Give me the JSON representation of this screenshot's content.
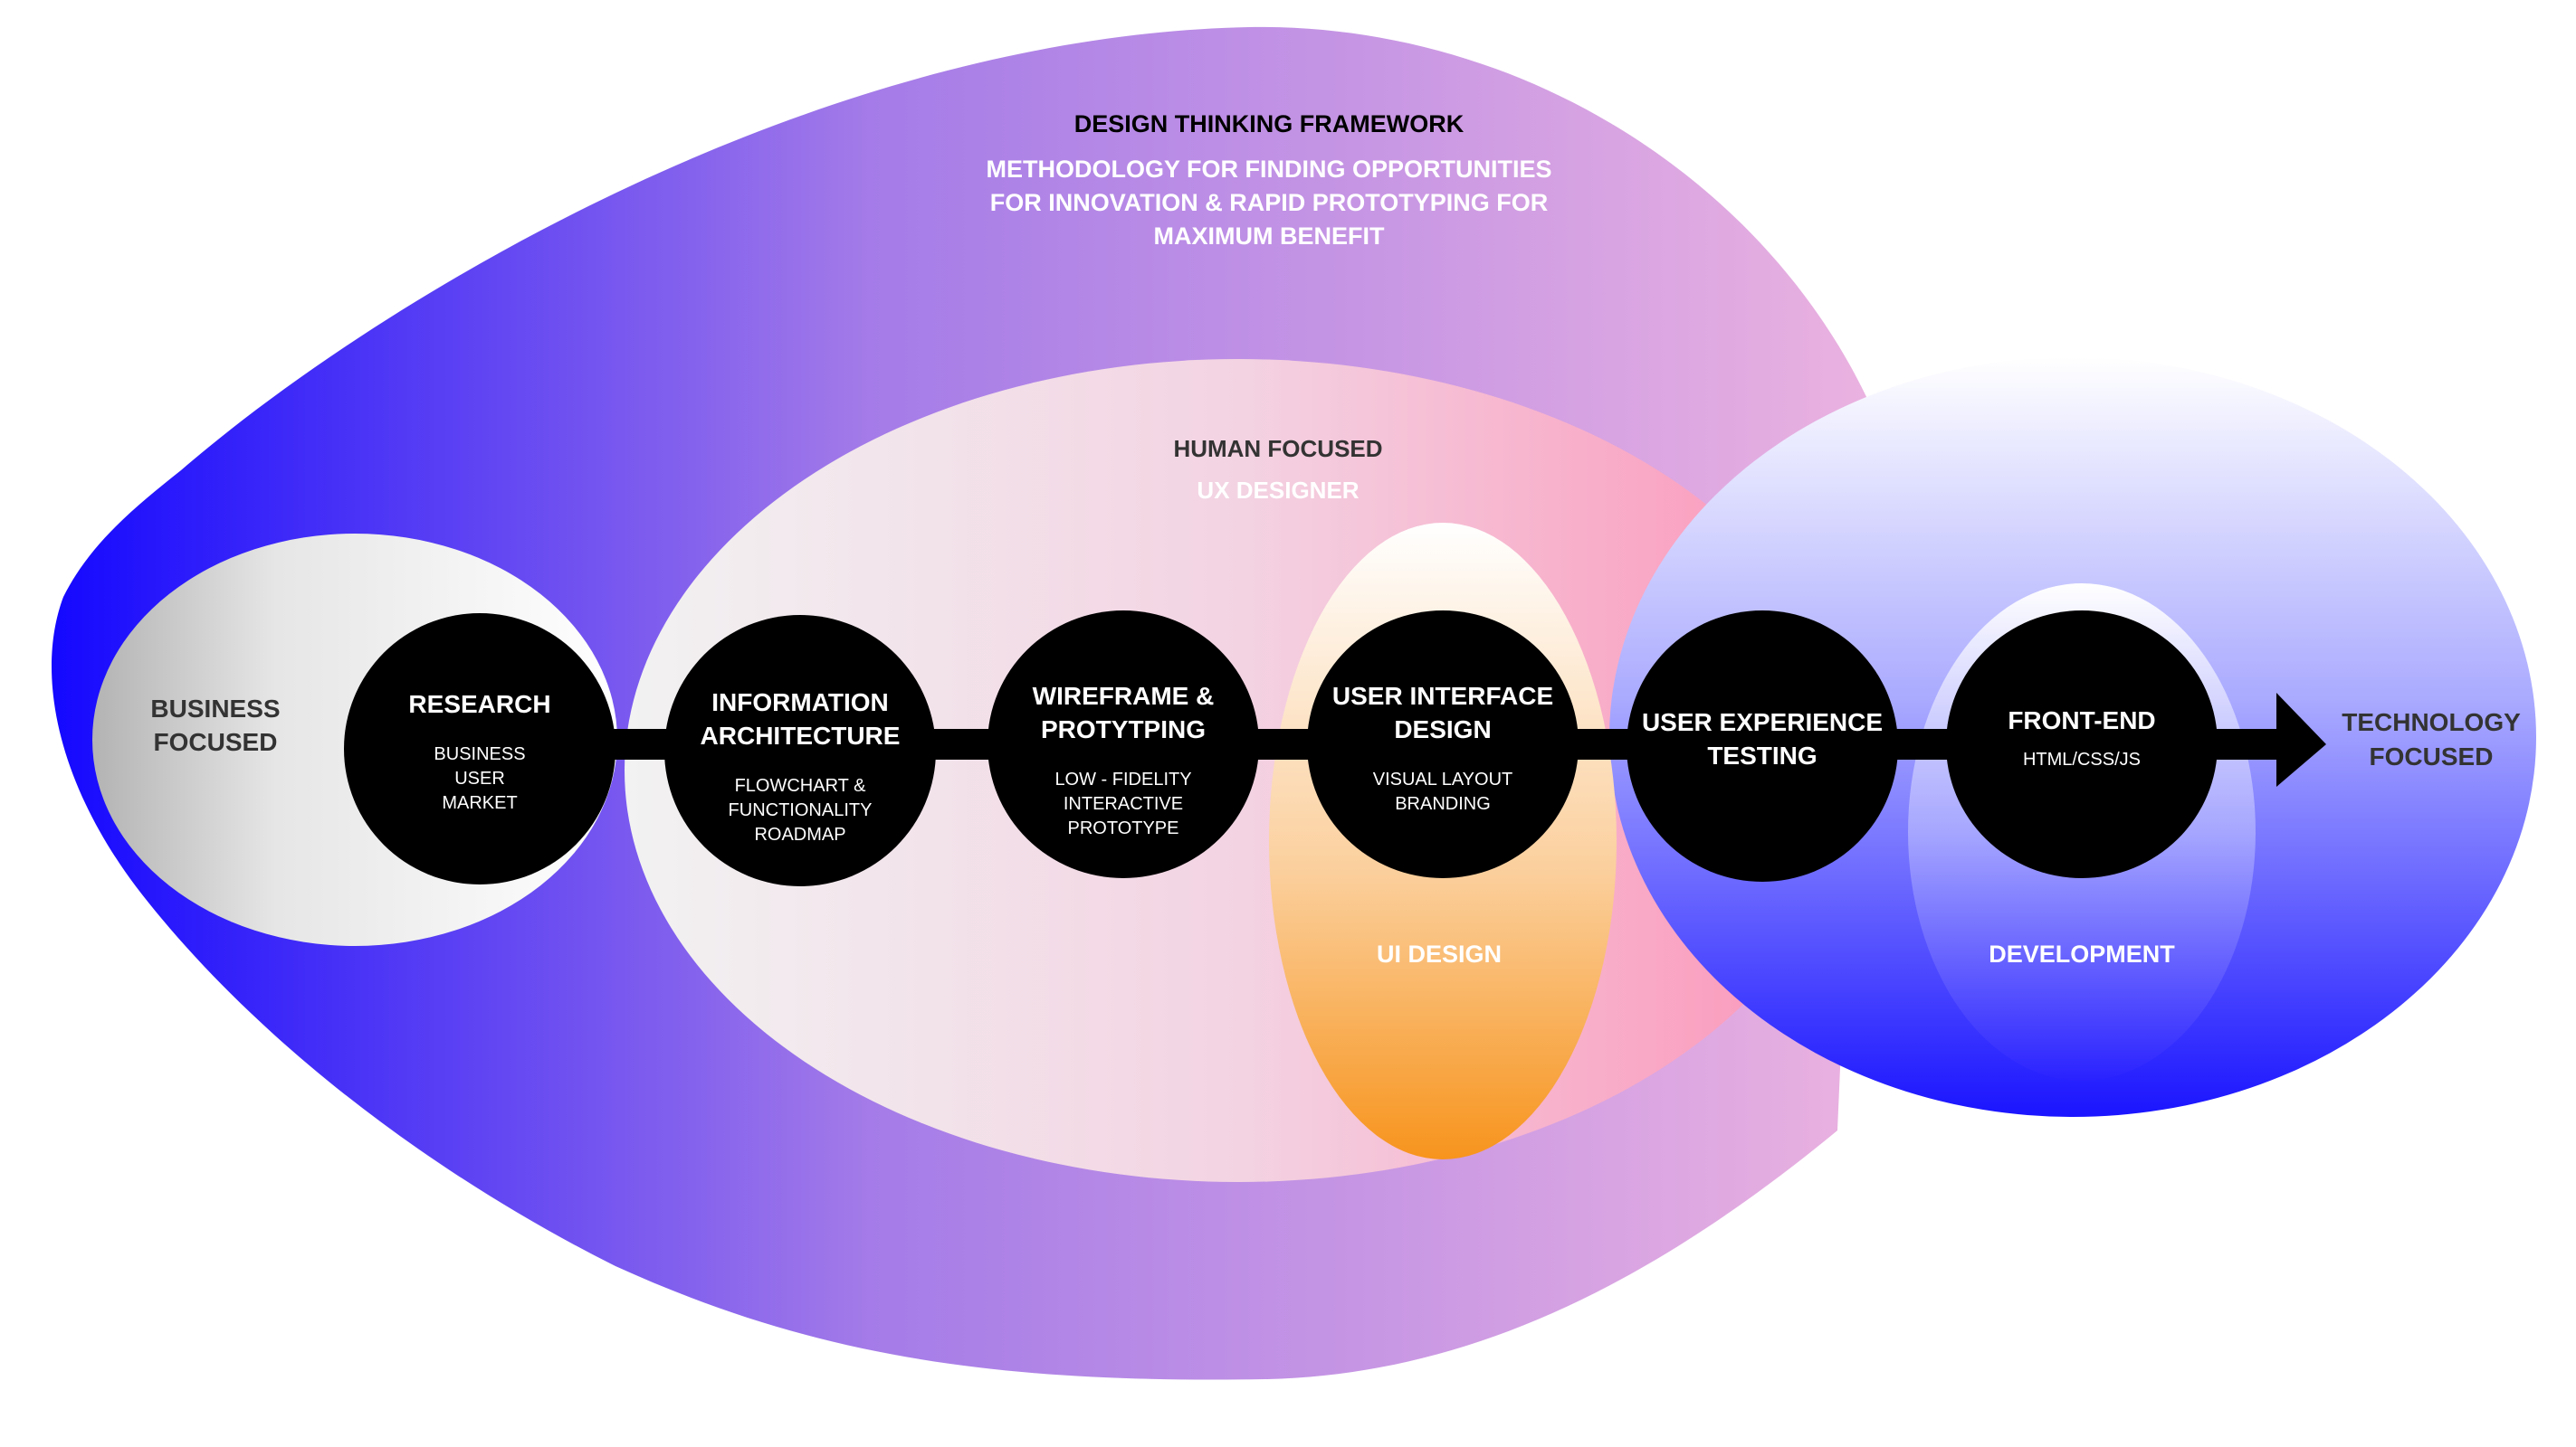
{
  "header": {
    "title": "DESIGN THINKING FRAMEWORK",
    "subtitle_lines": [
      "METHODOLOGY FOR FINDING OPPORTUNITIES",
      "FOR INNOVATION & RAPID PROTOTYPING FOR",
      "MAXIMUM BENEFIT"
    ]
  },
  "zones": {
    "business": {
      "label_lines": [
        "BUSINESS",
        "FOCUSED"
      ]
    },
    "human": {
      "label": "HUMAN FOCUSED",
      "role": "UX DESIGNER"
    },
    "ui_design": {
      "label": "UI DESIGN"
    },
    "development": {
      "label": "DEVELOPMENT"
    },
    "technology": {
      "label_lines": [
        "TECHNOLOGY",
        "FOCUSED"
      ]
    }
  },
  "steps": [
    {
      "title_lines": [
        "RESEARCH"
      ],
      "detail_lines": [
        "BUSINESS",
        "USER",
        "MARKET"
      ]
    },
    {
      "title_lines": [
        "INFORMATION",
        "ARCHITECTURE"
      ],
      "detail_lines": [
        "FLOWCHART &",
        "FUNCTIONALITY",
        "ROADMAP"
      ]
    },
    {
      "title_lines": [
        "WIREFRAME &",
        "PROTYTPING"
      ],
      "detail_lines": [
        "LOW - FIDELITY",
        "INTERACTIVE",
        "PROTOTYPE"
      ]
    },
    {
      "title_lines": [
        "USER INTERFACE",
        "DESIGN"
      ],
      "detail_lines": [
        "VISUAL LAYOUT",
        "BRANDING"
      ]
    },
    {
      "title_lines": [
        "USER EXPERIENCE",
        "TESTING"
      ],
      "detail_lines": []
    },
    {
      "title_lines": [
        "FRONT-END"
      ],
      "detail_lines": [
        "HTML/CSS/JS"
      ]
    }
  ],
  "colors": {
    "blue": "#1408ff",
    "violet": "#a47be8",
    "pink": "#e8b0e0",
    "human_pink": "#fa9bbd",
    "orange": "#f7941d",
    "node": "#000000",
    "dark_text": "#333333",
    "light_text": "#ffffff"
  }
}
